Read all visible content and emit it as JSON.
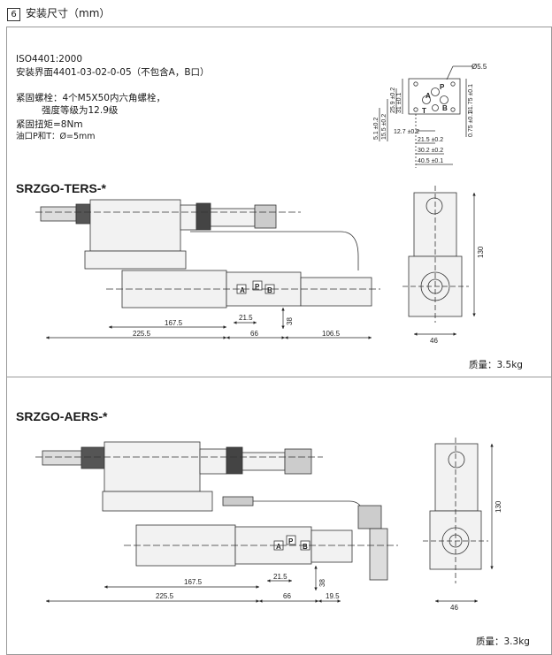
{
  "section": {
    "number": "6",
    "title": "安装尺寸（mm）"
  },
  "spec": {
    "standard": "ISO4401:2000",
    "interface": "安装界面4401-03-02-0-05（不包含A，B口）",
    "bolt_label": "紧固螺栓：4个M5X50内六角螺栓，",
    "bolt_grade": "强度等级为12.9级",
    "torque": "紧固扭矩=8Nm",
    "ports": "油口P和T：Ø=5mm"
  },
  "interface_dims": {
    "hole_dia": "Ø5.5",
    "d_31": "31 ±0.1",
    "d_25_9": "25.9 ±0.2",
    "d_15_5": "15.5 ±0.2",
    "d_5_1": "5.1 ±0.2",
    "d_31_75": "31.75 ±0.1",
    "d_0_75": "0.75 ±0.1",
    "d_12_7": "12.7 ±0.2",
    "d_21_5": "21.5 ±0.2",
    "d_30_2": "30.2 ±0.2",
    "d_40_5": "40.5 ±0.1",
    "port_p": "P",
    "port_a": "A",
    "port_b": "B",
    "port_t": "T"
  },
  "model_1": {
    "name": "SRZGO-TERS-*",
    "dims": {
      "d1": "167.5",
      "d2": "225.5",
      "d3": "66",
      "d4": "106.5",
      "d5": "21.5",
      "d6": "38"
    },
    "side_dims": {
      "height": "130",
      "width": "46"
    },
    "ports": {
      "a": "A",
      "p": "P",
      "b": "B"
    },
    "weight": "质量：3.5kg"
  },
  "model_2": {
    "name": "SRZGO-AERS-*",
    "dims": {
      "d1": "167.5",
      "d2": "225.5",
      "d3": "66",
      "d4": "19.5",
      "d5": "21.5",
      "d6": "38"
    },
    "side_dims": {
      "height": "130",
      "width": "46"
    },
    "ports": {
      "a": "A",
      "p": "P",
      "b": "B"
    },
    "weight": "质量：3.3kg"
  }
}
